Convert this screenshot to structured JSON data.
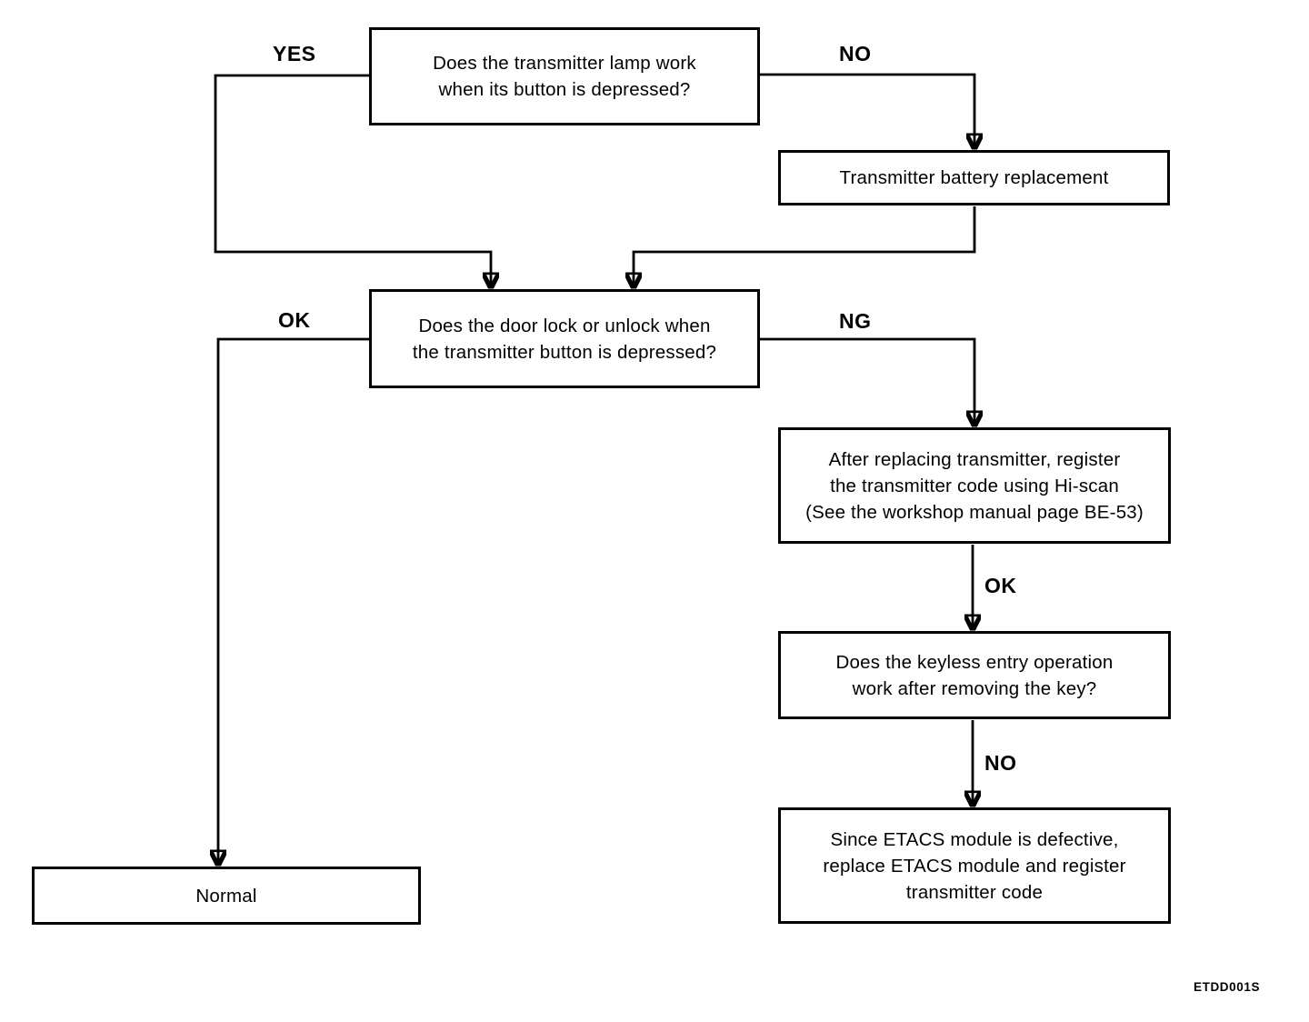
{
  "diagram": {
    "figure_code": "ETDD001S",
    "colors": {
      "line": "#000000",
      "background": "#ffffff",
      "text": "#000000"
    },
    "nodes": {
      "lamp_question": {
        "lines": [
          "Does the transmitter lamp work",
          "when its button is depressed?"
        ]
      },
      "battery_replacement": {
        "lines": [
          "Transmitter battery replacement"
        ]
      },
      "door_question": {
        "lines": [
          "Does the door lock or unlock when",
          "the transmitter button is depressed?"
        ]
      },
      "register_code": {
        "lines": [
          "After replacing transmitter, register",
          "the transmitter code using Hi-scan",
          "(See the workshop manual page BE-53)"
        ]
      },
      "keyless_question": {
        "lines": [
          "Does the keyless entry operation",
          "work after removing the key?"
        ]
      },
      "etacs_replace": {
        "lines": [
          "Since ETACS module is defective,",
          "replace ETACS module and register",
          "transmitter code"
        ]
      },
      "normal": {
        "lines": [
          "Normal"
        ]
      }
    },
    "branch_labels": {
      "yes_top": "YES",
      "no_top": "NO",
      "ok_left": "OK",
      "ng_right": "NG",
      "ok_mid": "OK",
      "no_mid": "NO"
    }
  }
}
